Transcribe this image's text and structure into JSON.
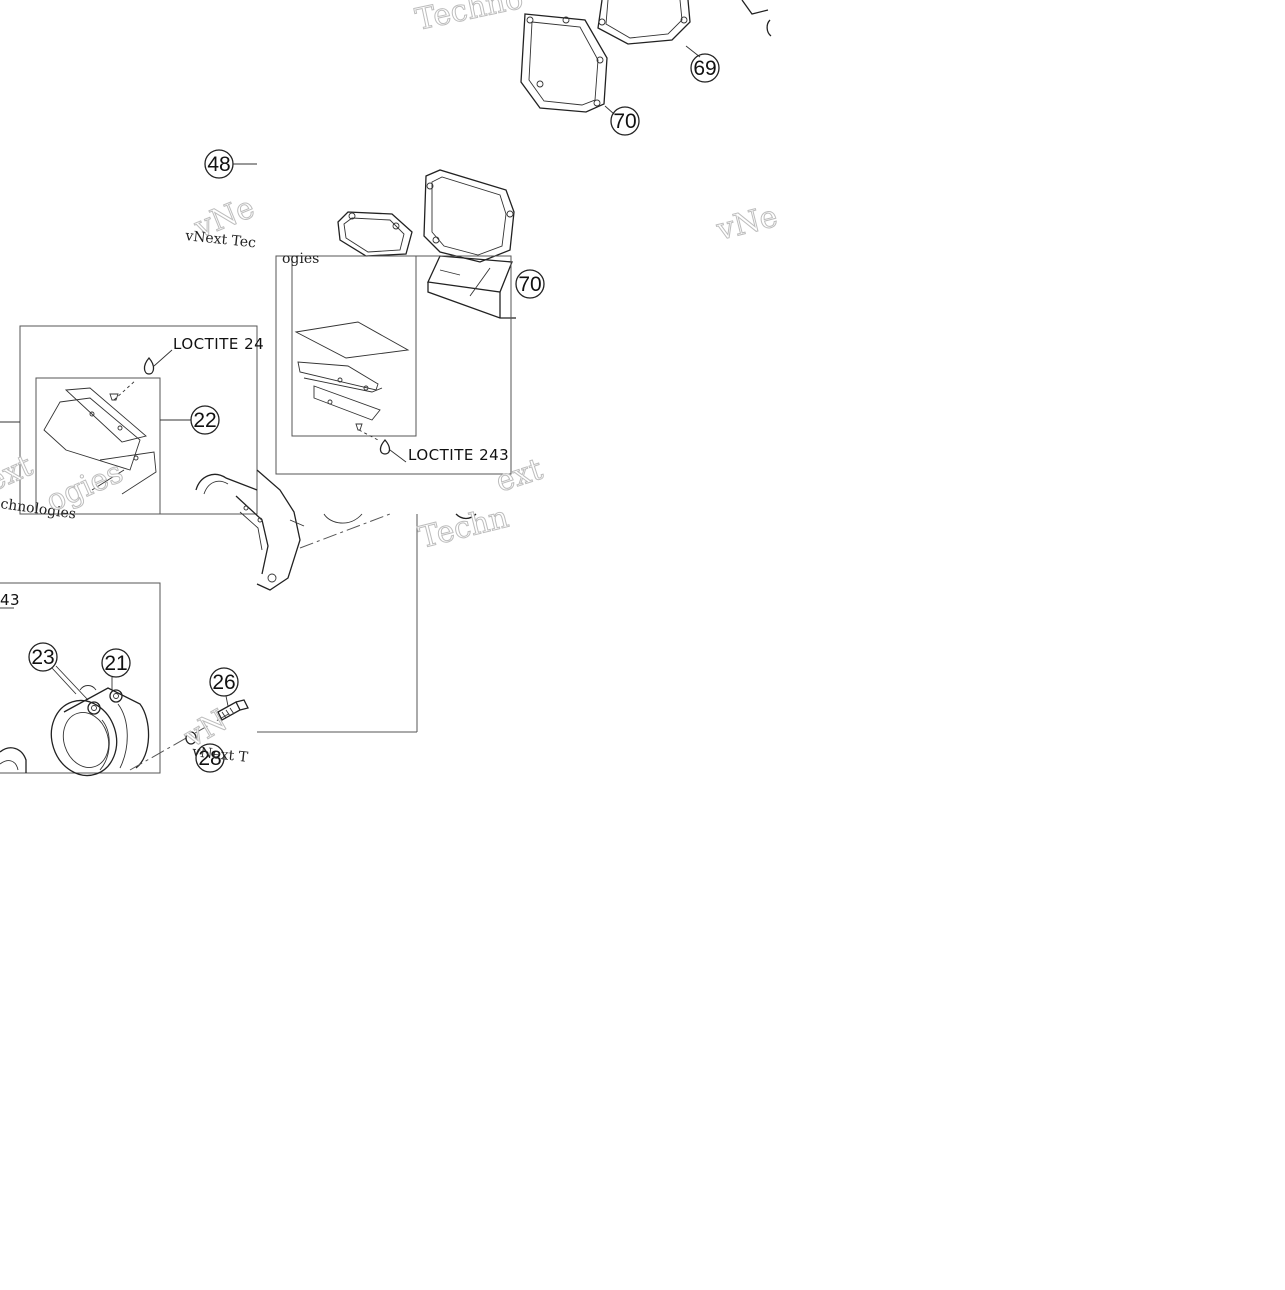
{
  "callouts": {
    "c69": "69",
    "c70_top": "70",
    "c48": "48",
    "c70_mid": "70",
    "c22": "22",
    "c23": "23",
    "c21": "21",
    "c26": "26",
    "c28": "28"
  },
  "notes": {
    "loctite_left": "LOCTITE 24",
    "loctite_right": "LOCTITE 243",
    "loctite_fragment": "43"
  },
  "watermarks": {
    "techno_top": "Techno",
    "vnext_mid": "vNe",
    "vnext_tec": "vNext Tec",
    "logies_mid": "ogies",
    "vnext_right": "vNe",
    "ext_left": "ext",
    "technologies_left": "chnologies",
    "logies_left": "ogies",
    "ext_right": "ext",
    "techn_right": "Techn",
    "vnext_bottom": "vNext T",
    "vn_bottom": "vN"
  }
}
